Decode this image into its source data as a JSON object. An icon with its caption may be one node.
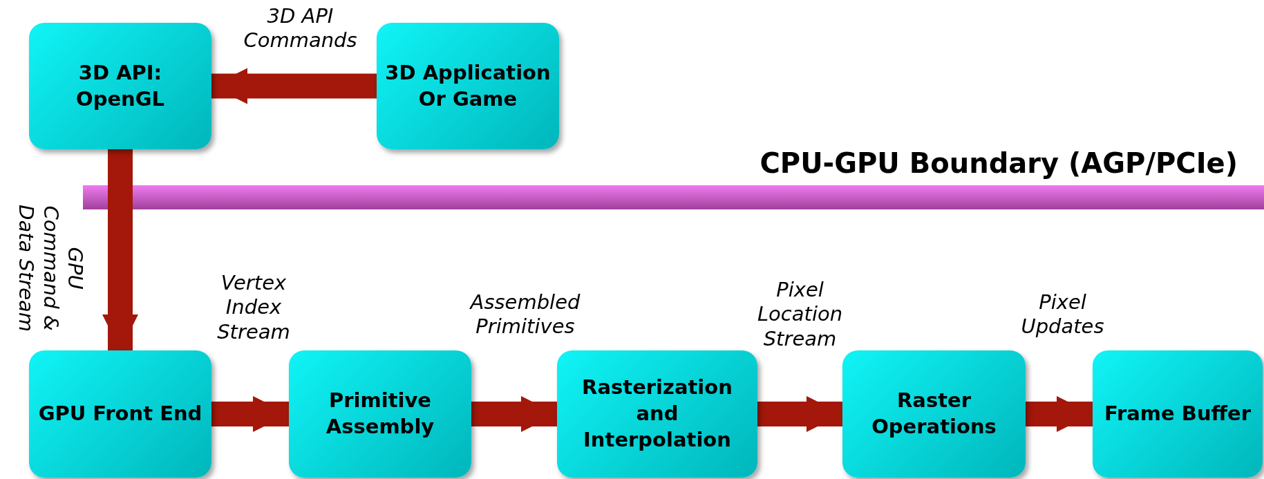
{
  "diagram": {
    "title": "CPU-GPU Boundary (AGP/PCIe)",
    "nodes": [
      {
        "text": [
          "3D API: OpenGL"
        ]
      },
      {
        "text": [
          "3D Application Or Game"
        ]
      },
      {
        "text": [
          "GPU Front End"
        ]
      },
      {
        "text": [
          "Primitive Assembly"
        ]
      },
      {
        "text": [
          "Rasterization and Interpolation"
        ]
      },
      {
        "text": [
          "Raster Operations"
        ]
      },
      {
        "text": [
          "Frame Buffer"
        ]
      }
    ],
    "edges": [
      {
        "from": 1,
        "to": 0,
        "arrow": "to",
        "label": "3D API Commands"
      },
      {
        "from": 0,
        "to": 2,
        "arrow": "to",
        "label": "GPU Command & Data Stream"
      },
      {
        "from": 2,
        "to": 3,
        "arrow": "to",
        "label": "Vertex Index Stream"
      },
      {
        "from": 3,
        "to": 4,
        "arrow": "to",
        "label": "Assembled Primitives"
      },
      {
        "from": 4,
        "to": 5,
        "arrow": "to",
        "label": "Pixel Location Stream"
      },
      {
        "from": 5,
        "to": 6,
        "arrow": "to",
        "label": "Pixel Updates"
      }
    ]
  }
}
